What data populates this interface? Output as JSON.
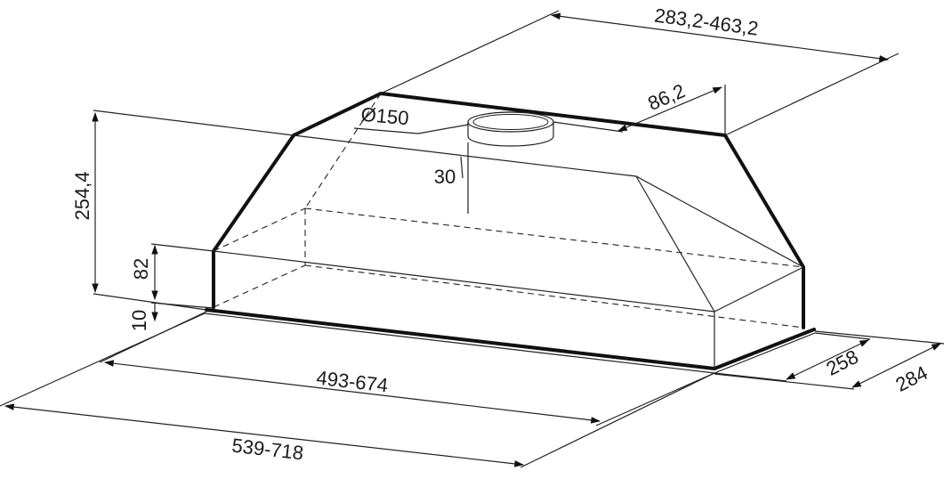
{
  "dimensions": {
    "top_width": "283,2-463,2",
    "outlet_offset": "86,2",
    "outlet_diameter": "Ø150",
    "outlet_height": "30",
    "total_height": "254,4",
    "front_height": "82",
    "rim_height": "10",
    "inner_width": "493-674",
    "outer_width": "539-718",
    "inner_depth": "258",
    "outer_depth": "284"
  }
}
